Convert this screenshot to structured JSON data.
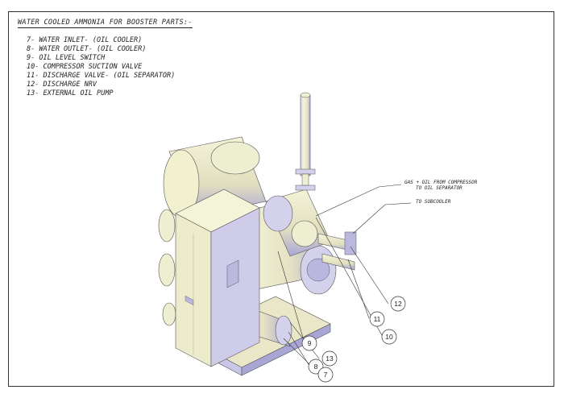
{
  "title": "WATER COOLED AMMONIA FOR BOOSTER PARTS:-",
  "parts": [
    "7- WATER INLET- (OIL COOLER)",
    "8- WATER OUTLET- (OIL COOLER)",
    "9- OIL LEVEL SWITCH",
    "10- COMPRESSOR SUCTION VALVE",
    "11- DISCHARGE VALVE- (OIL SEPARATOR)",
    "12- DISCHARGE NRV",
    "13- EXTERNAL OIL PUMP"
  ],
  "notes": {
    "gas_line1": "GAS + OIL FROM COMPRESSOR",
    "gas_line2": "TO OIL SEPARATOR",
    "subcooler": "TO SUBCOOLER"
  },
  "callouts": [
    "12",
    "11",
    "10",
    "9",
    "13",
    "8",
    "7"
  ],
  "colors": {
    "machine_fill": "#f1f1cf",
    "machine_shade": "#c9c6e8",
    "machine_dark": "#8f8cc4",
    "line": "#2b2b2b"
  }
}
